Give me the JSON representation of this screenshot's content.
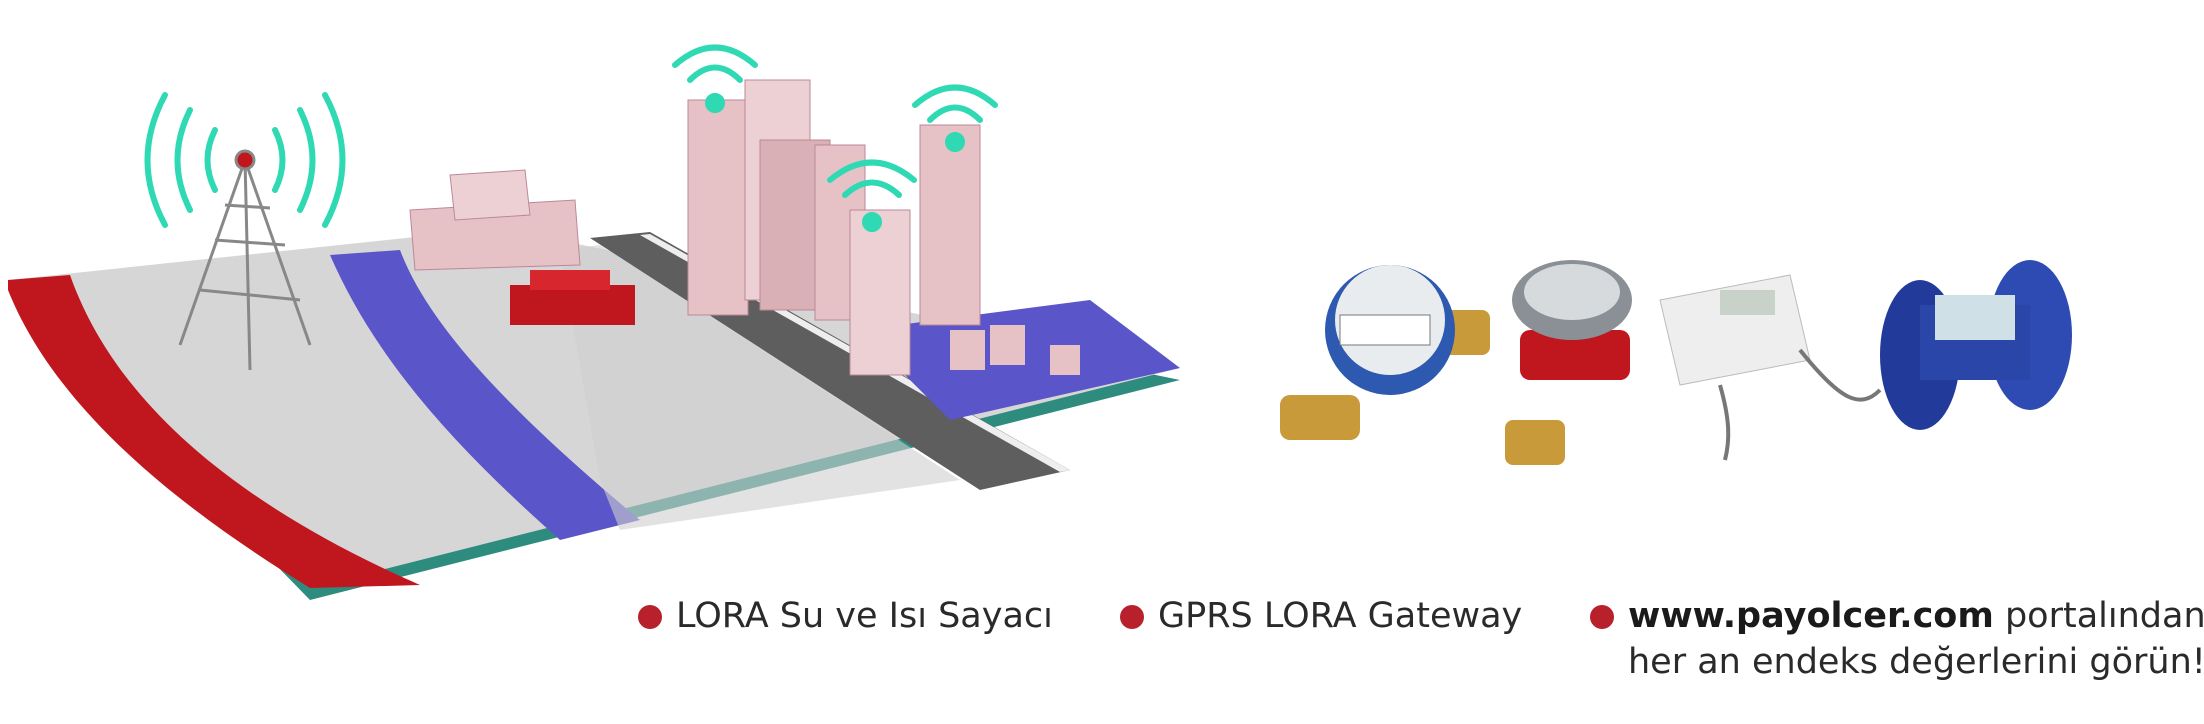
{
  "legend": {
    "item1": "LORA Su ve Isı Sayacı",
    "item2": "GPRS LORA Gateway",
    "item3_bold": "www.payolcer.com",
    "item3_rest": " portalından",
    "item3_line2": "her an endeks değerlerini görün!"
  },
  "colors": {
    "bullet": "#b8202b",
    "signal": "#2fd9b3",
    "platform_red": "#c0161e",
    "platform_edge": "#2e8c7f",
    "ground": "#d9d9d9",
    "lane": "#5a55c8",
    "building": "#e6c2c7"
  },
  "icons": [
    "cell-tower-icon",
    "wifi-signal-icon",
    "water-meter-icon",
    "heat-meter-icon",
    "ultrasonic-meter-icon"
  ]
}
